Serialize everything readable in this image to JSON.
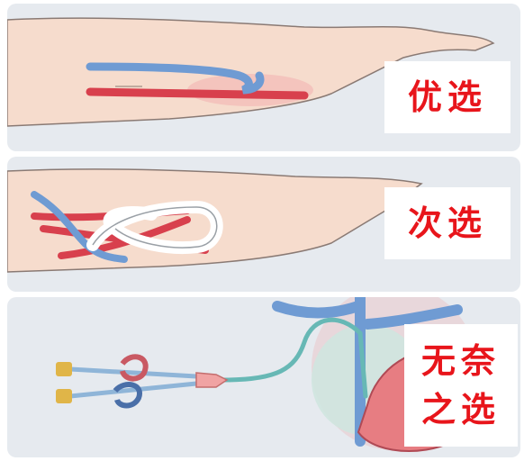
{
  "panels": [
    {
      "label": "优选"
    },
    {
      "label": "次选"
    },
    {
      "label_line1": "无奈",
      "label_line2": "之选"
    }
  ],
  "colors": {
    "label_red": "#e8151b",
    "vein_blue": "#6f9bd3",
    "artery_red": "#d8404d",
    "skin": "#f6dccd",
    "panel_bg": "#e6eaef"
  }
}
